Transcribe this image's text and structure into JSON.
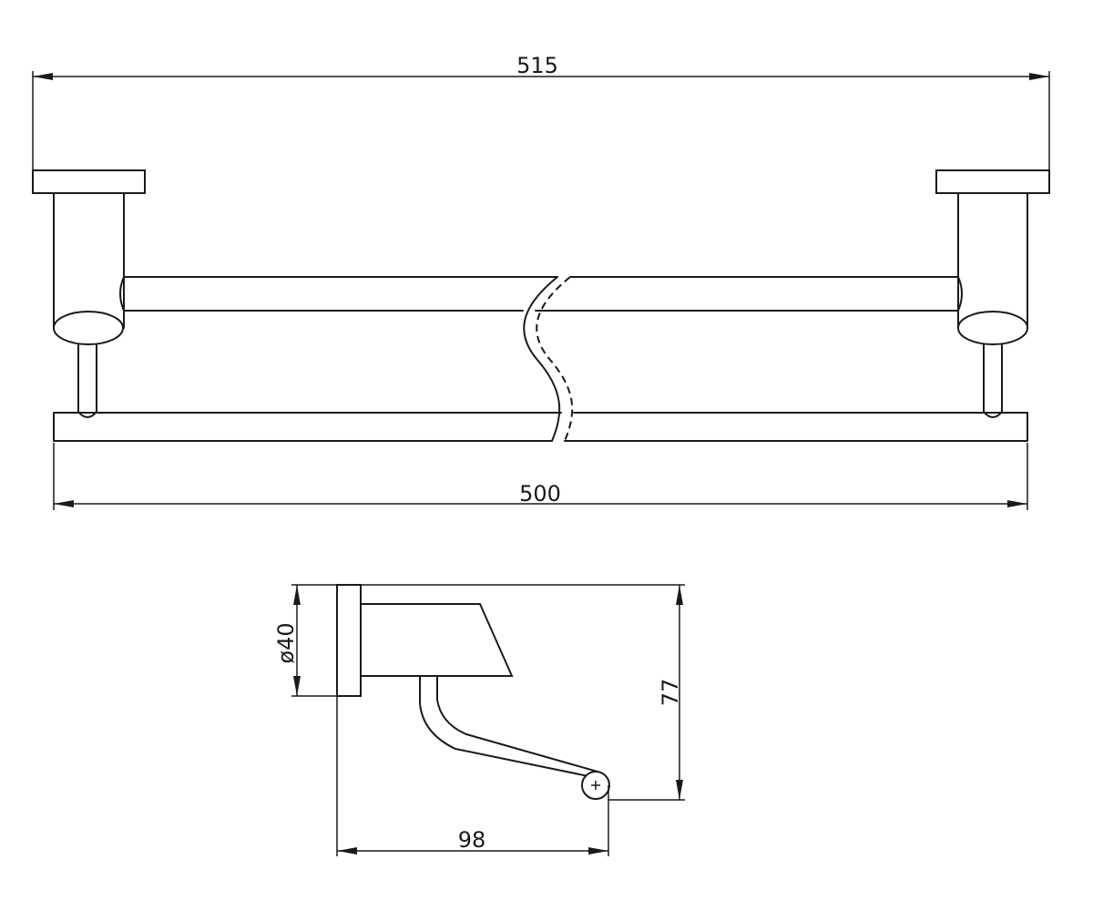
{
  "front_view": {
    "overall_width_label": "515",
    "bar_length_label": "500"
  },
  "side_view": {
    "diameter_label": "ø40",
    "height_label": "77",
    "depth_label": "98"
  }
}
